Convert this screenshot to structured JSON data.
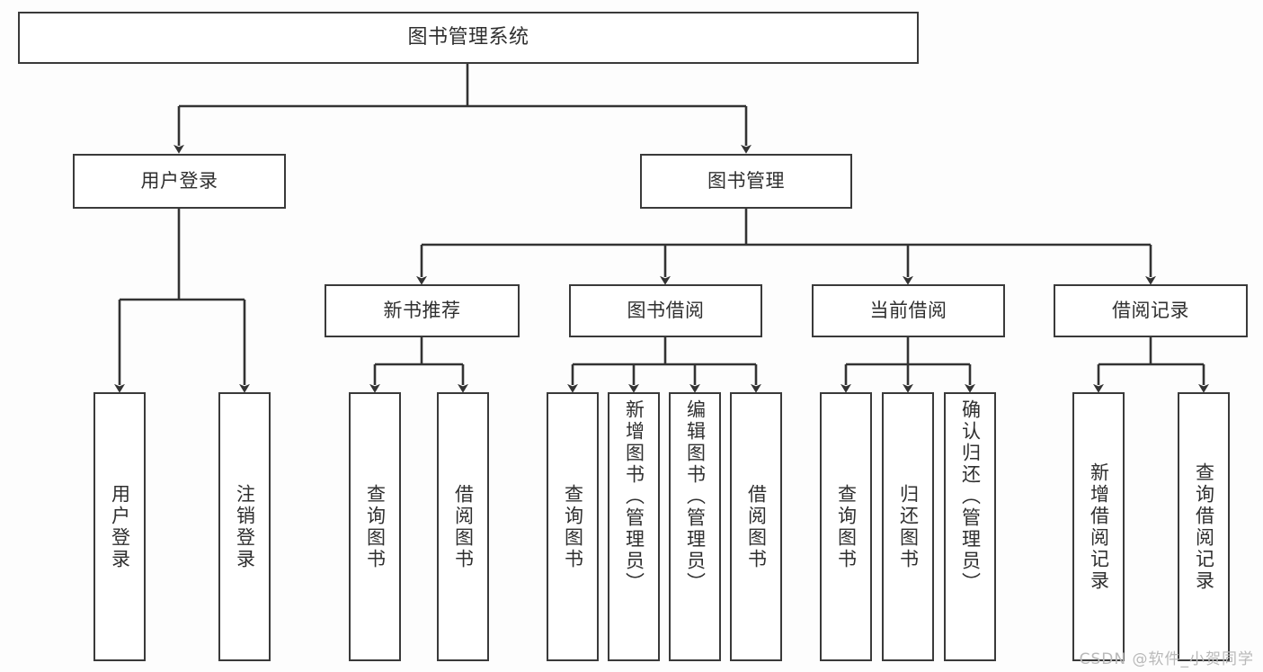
{
  "diagram": {
    "type": "tree",
    "title": "图书管理系统",
    "orientation": "top-down",
    "colors": {
      "border": "#3a3a3a",
      "fill": "#ffffff",
      "text": "#2f2f2f",
      "connector": "#333333",
      "watermark": "#b9b9b9",
      "background": "#fdfdfd"
    }
  },
  "root": {
    "label": "图书管理系统"
  },
  "level2": [
    {
      "label": "用户登录"
    },
    {
      "label": "图书管理"
    }
  ],
  "level3": [
    {
      "label": "新书推荐"
    },
    {
      "label": "图书借阅"
    },
    {
      "label": "当前借阅"
    },
    {
      "label": "借阅记录"
    }
  ],
  "leaves": {
    "user_login": [
      {
        "label": "用户登录"
      },
      {
        "label": "注销登录"
      }
    ],
    "new_book_recommend": [
      {
        "label": "查询图书"
      },
      {
        "label": "借阅图书"
      }
    ],
    "book_borrow": [
      {
        "label": "查询图书"
      },
      {
        "label": "新增图书（管理员）"
      },
      {
        "label": "编辑图书（管理员）"
      },
      {
        "label": "借阅图书"
      }
    ],
    "current_borrow": [
      {
        "label": "查询图书"
      },
      {
        "label": "归还图书"
      },
      {
        "label": "确认归还（管理员）"
      }
    ],
    "borrow_record": [
      {
        "label": "新增借阅记录"
      },
      {
        "label": "查询借阅记录"
      }
    ]
  },
  "watermark": {
    "text": "CSDN @软件_小贺同学"
  }
}
